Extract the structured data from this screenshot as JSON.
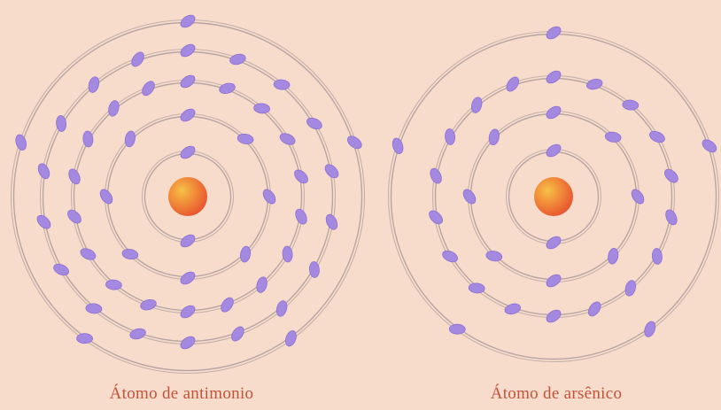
{
  "colors": {
    "background": "#f8dccb",
    "orbit": "#b6a5a3",
    "electron": "#a38ae0",
    "electron_edge": "#8e6fd3",
    "nucleus_outer": "#e8552f",
    "nucleus_inner": "#f5c24a",
    "caption": "#c2523a"
  },
  "atoms": [
    {
      "name": "Átomo de antimonio",
      "shells": [
        2,
        8,
        18,
        18,
        5
      ]
    },
    {
      "name": "Átomo de arsênico",
      "shells": [
        2,
        8,
        18,
        5
      ]
    }
  ]
}
